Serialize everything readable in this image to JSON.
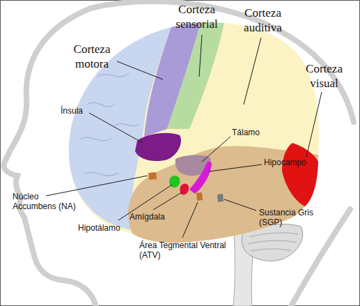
{
  "diagram": {
    "labels": [
      "Corteza motora",
      "Corteza sensorial",
      "Corteza auditiva",
      "Corteza visual",
      "Ínsula",
      "Tálamo",
      "Hipocampo",
      "Núcleo Accumbens (NA)",
      "Hipotálamo",
      "Amígdala",
      "Área Tegmental Ventral (ATV)",
      "Sustancia Gris (SGP)"
    ]
  }
}
